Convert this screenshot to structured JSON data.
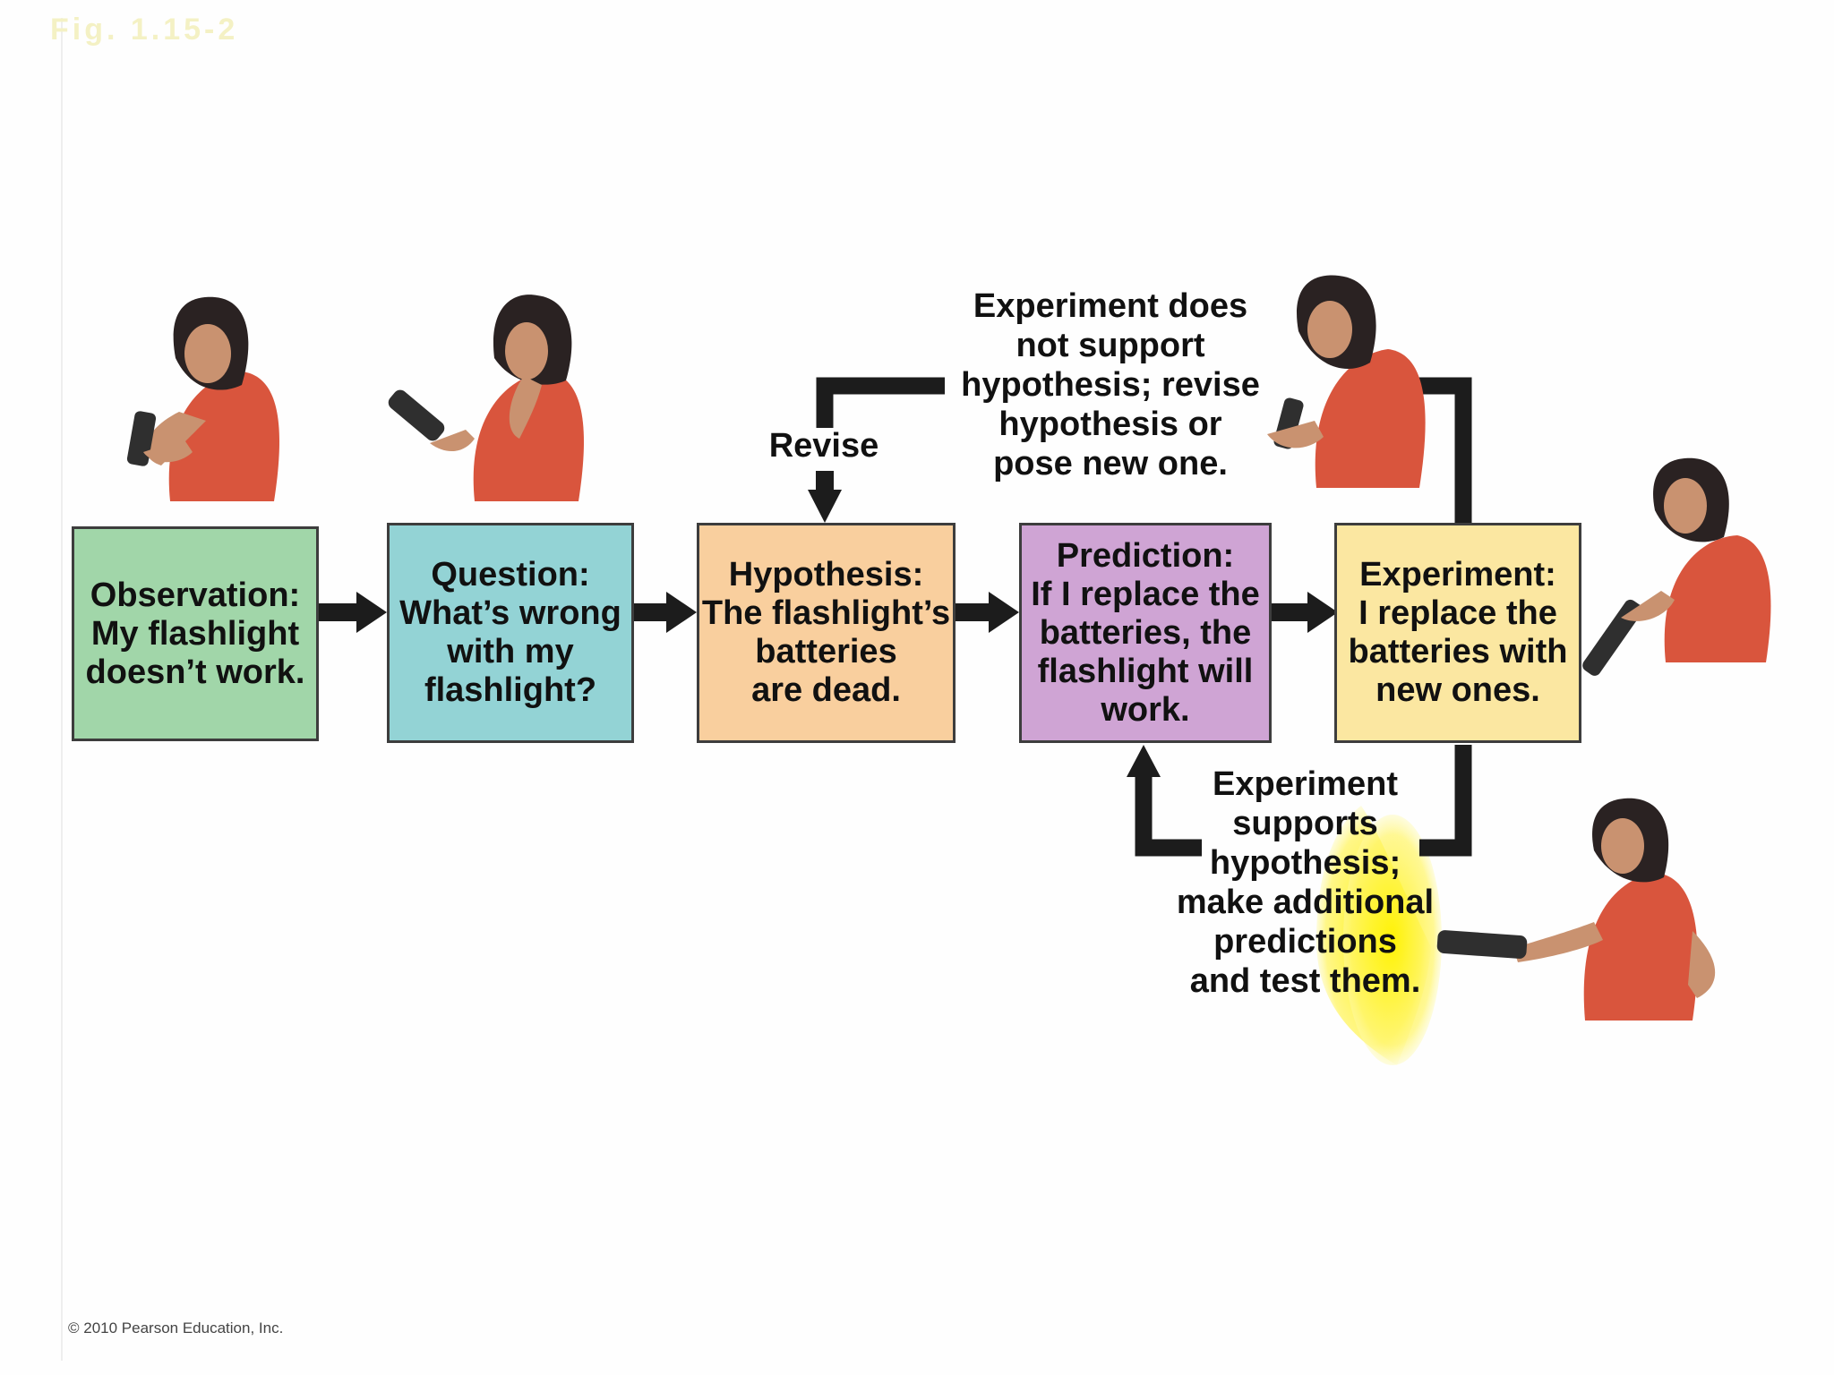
{
  "figure_label": "Fig. 1.15-2",
  "copyright": "© 2010 Pearson Education, Inc.",
  "steps": [
    {
      "text": "Observation:\nMy flashlight\ndoesn’t work.",
      "color": "#a1d6a9"
    },
    {
      "text": "Question:\nWhat’s wrong\nwith my\nflashlight?",
      "color": "#93d3d5"
    },
    {
      "text": "Hypothesis:\nThe flashlight’s\nbatteries\nare dead.",
      "color": "#f9cf9e"
    },
    {
      "text": "Prediction:\nIf I replace the\nbatteries, the\nflashlight will\nwork.",
      "color": "#cfa4d4"
    },
    {
      "text": "Experiment:\nI replace the\nbatteries with\nnew ones.",
      "color": "#fbe7a1"
    }
  ],
  "annotations": {
    "revise": "Revise",
    "not_supported": "Experiment does\nnot support\nhypothesis; revise\nhypothesis or\npose new one.",
    "supported": "Experiment\nsupports\nhypothesis;\nmake additional\npredictions\nand test them."
  },
  "colors": {
    "arrow": "#1c1c1c",
    "skin": "#c99270",
    "shirt": "#d9553d",
    "hair": "#2a2222",
    "flashlight": "#2f2f2f",
    "light_beam": "#fff200"
  },
  "illustrations": [
    "woman-looking-at-flashlight",
    "woman-wondering-with-flashlight",
    "woman-opening-flashlight",
    "woman-replacing-batteries",
    "woman-shining-flashlight"
  ]
}
